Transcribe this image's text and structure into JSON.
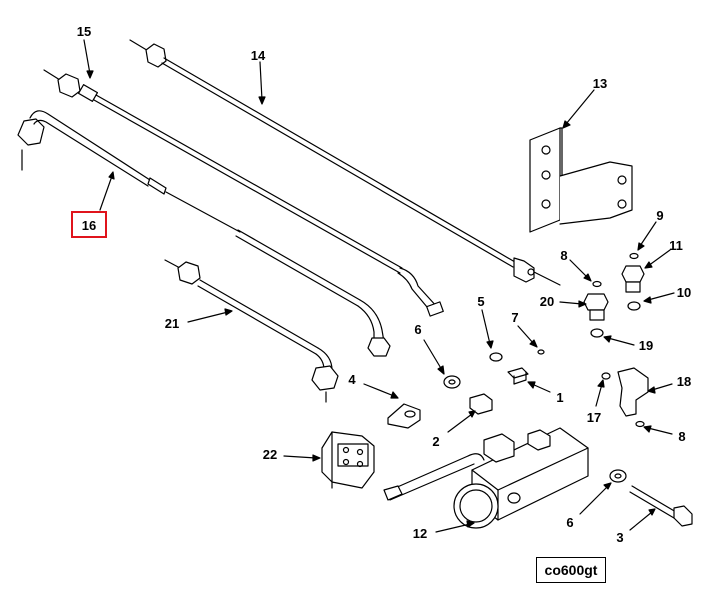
{
  "diagram": {
    "reference_code": "co600gt",
    "highlight_color": "#e0141c",
    "highlighted_callout": "16",
    "callouts": {
      "c15": "15",
      "c14": "14",
      "c13": "13",
      "c16": "16",
      "c9": "9",
      "c11": "11",
      "c8a": "8",
      "c10": "10",
      "c20": "20",
      "c19": "19",
      "c5": "5",
      "c7": "7",
      "c6a": "6",
      "c21": "21",
      "c4": "4",
      "c1": "1",
      "c18": "18",
      "c17": "17",
      "c8b": "8",
      "c2": "2",
      "c22": "22",
      "c6b": "6",
      "c12": "12",
      "c3": "3"
    }
  }
}
